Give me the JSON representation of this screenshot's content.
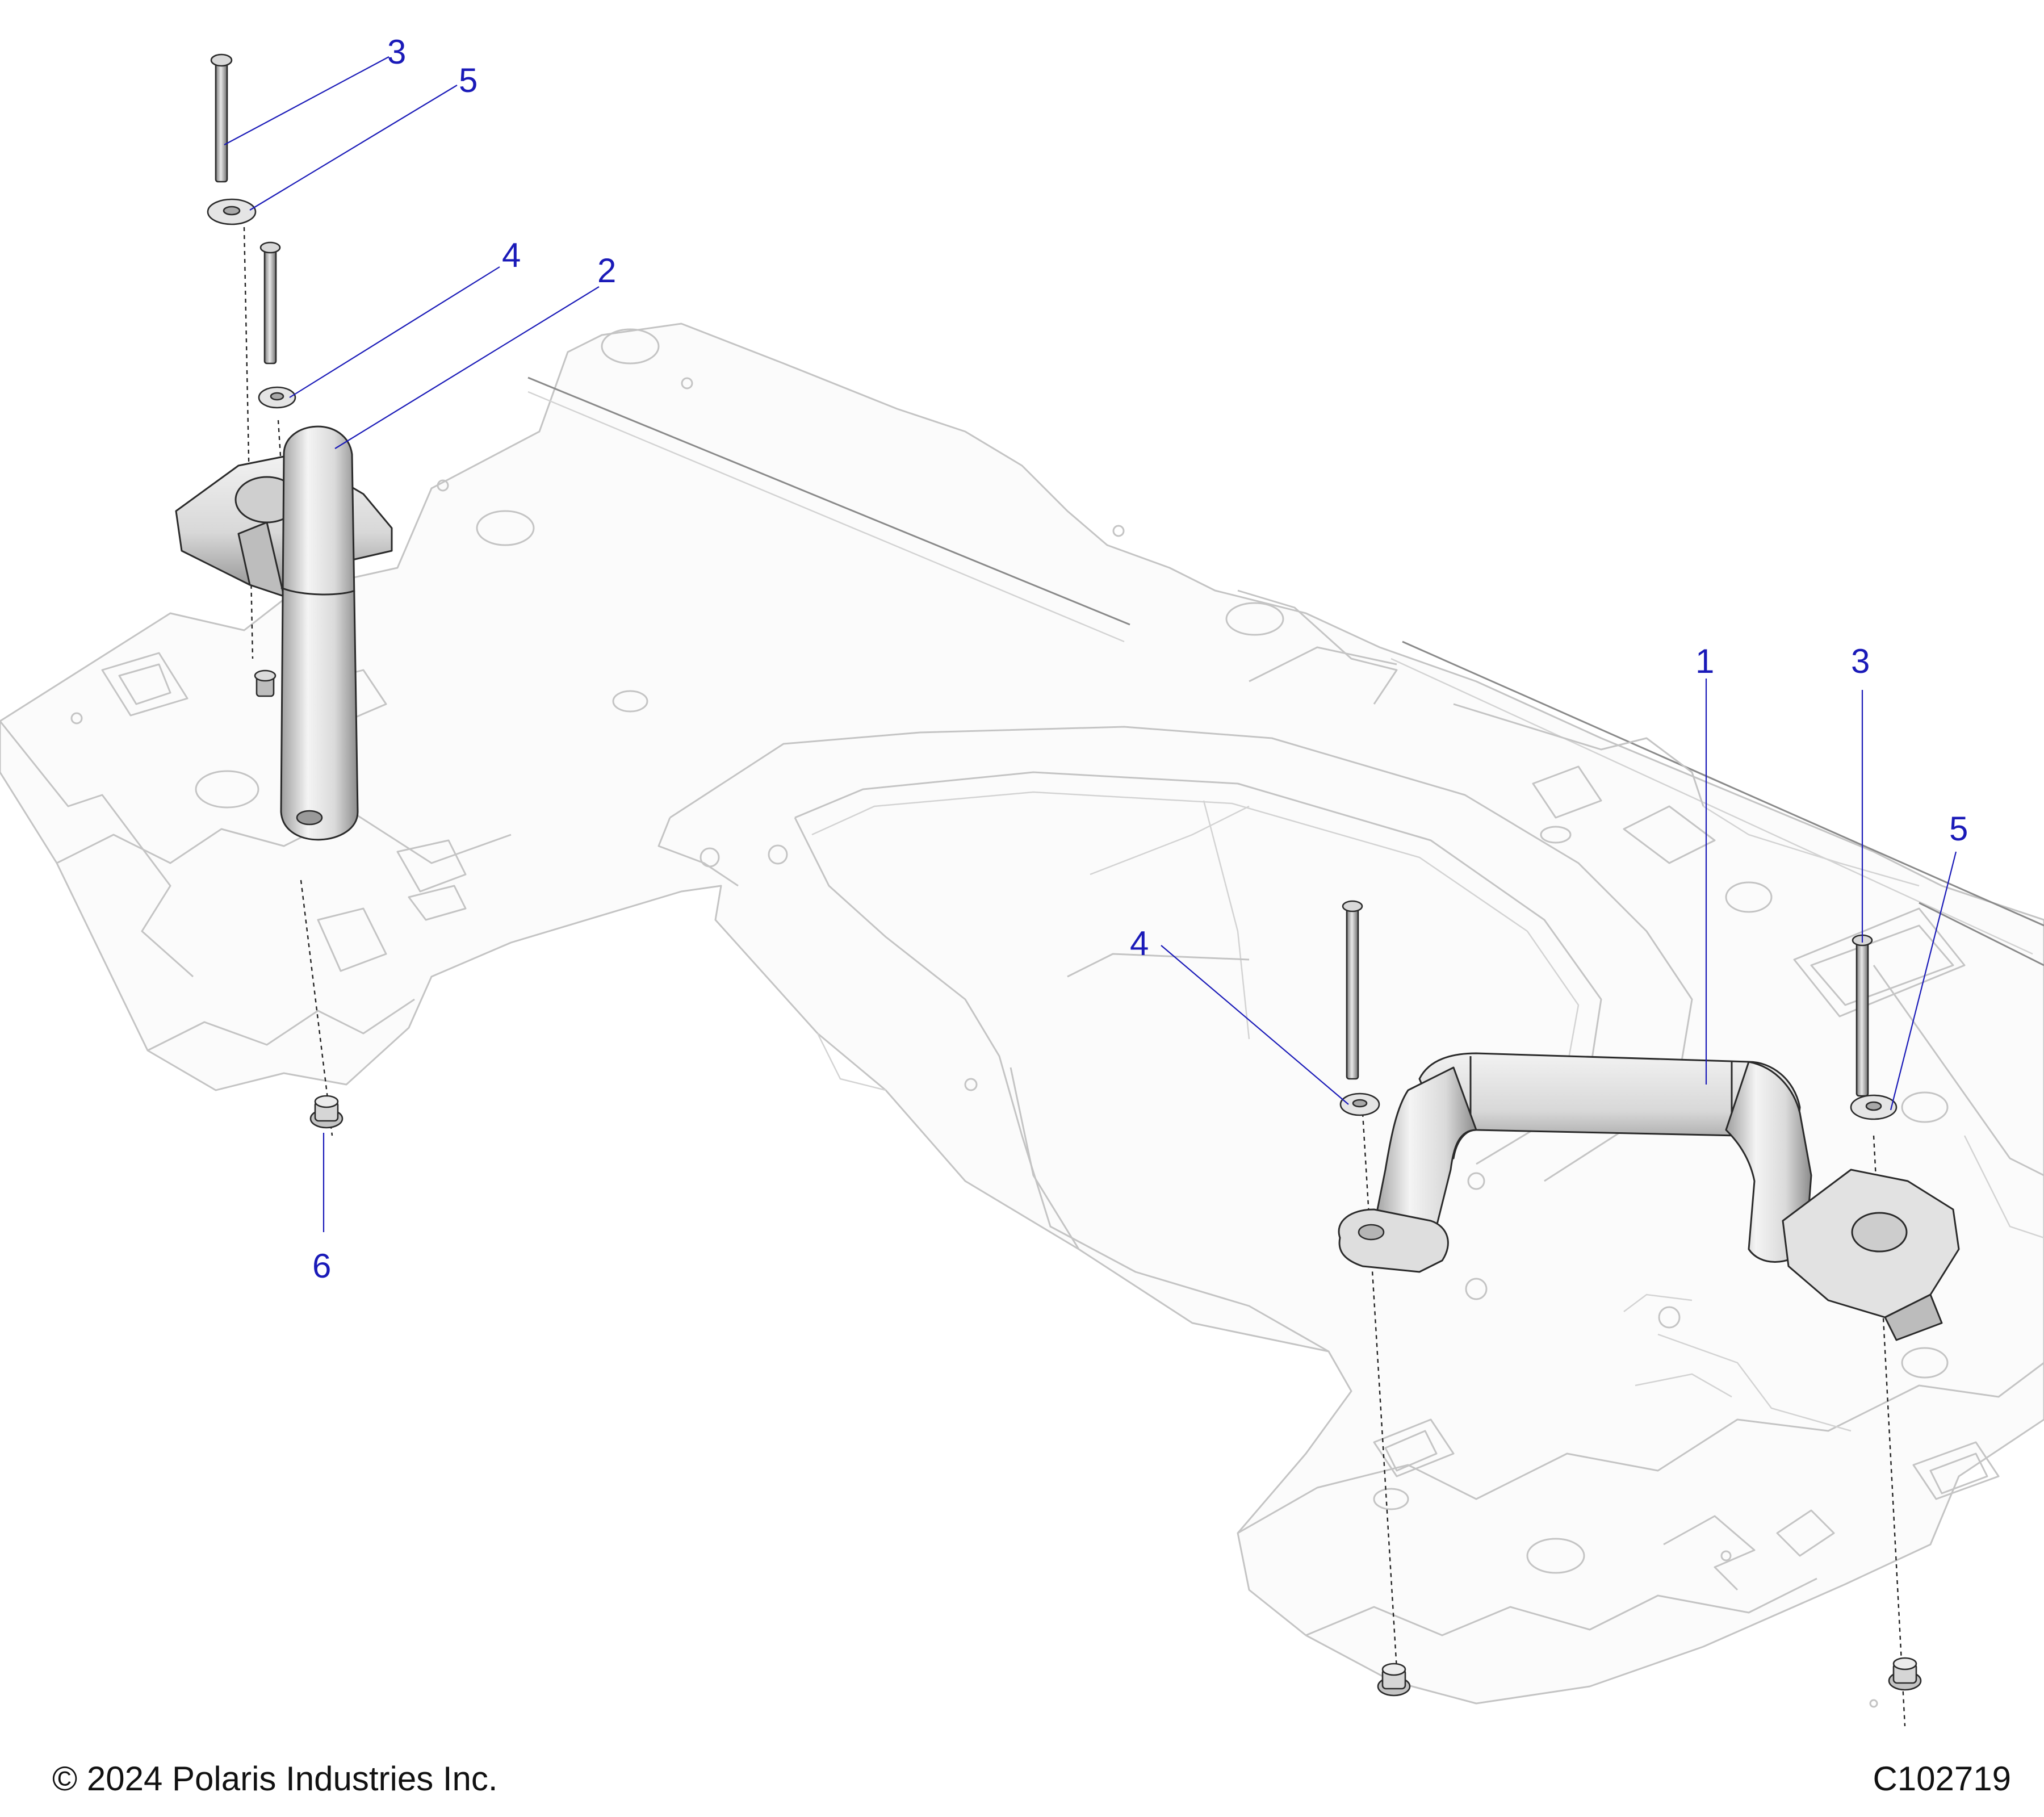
{
  "callouts": {
    "c3_top": "3",
    "c5_top": "5",
    "c4_upper": "4",
    "c2": "2",
    "c1": "1",
    "c3_right": "3",
    "c5_right": "5",
    "c4_mid": "4",
    "c6": "6"
  },
  "footer": {
    "copyright": "© 2024 Polaris Industries Inc.",
    "drawing_id": "C102719"
  },
  "colors": {
    "callout": "#1a1ab8",
    "ghost_outline": "#c4c4c4",
    "part_fill": "#e3e3e3",
    "part_outline": "#2a2a2a"
  }
}
